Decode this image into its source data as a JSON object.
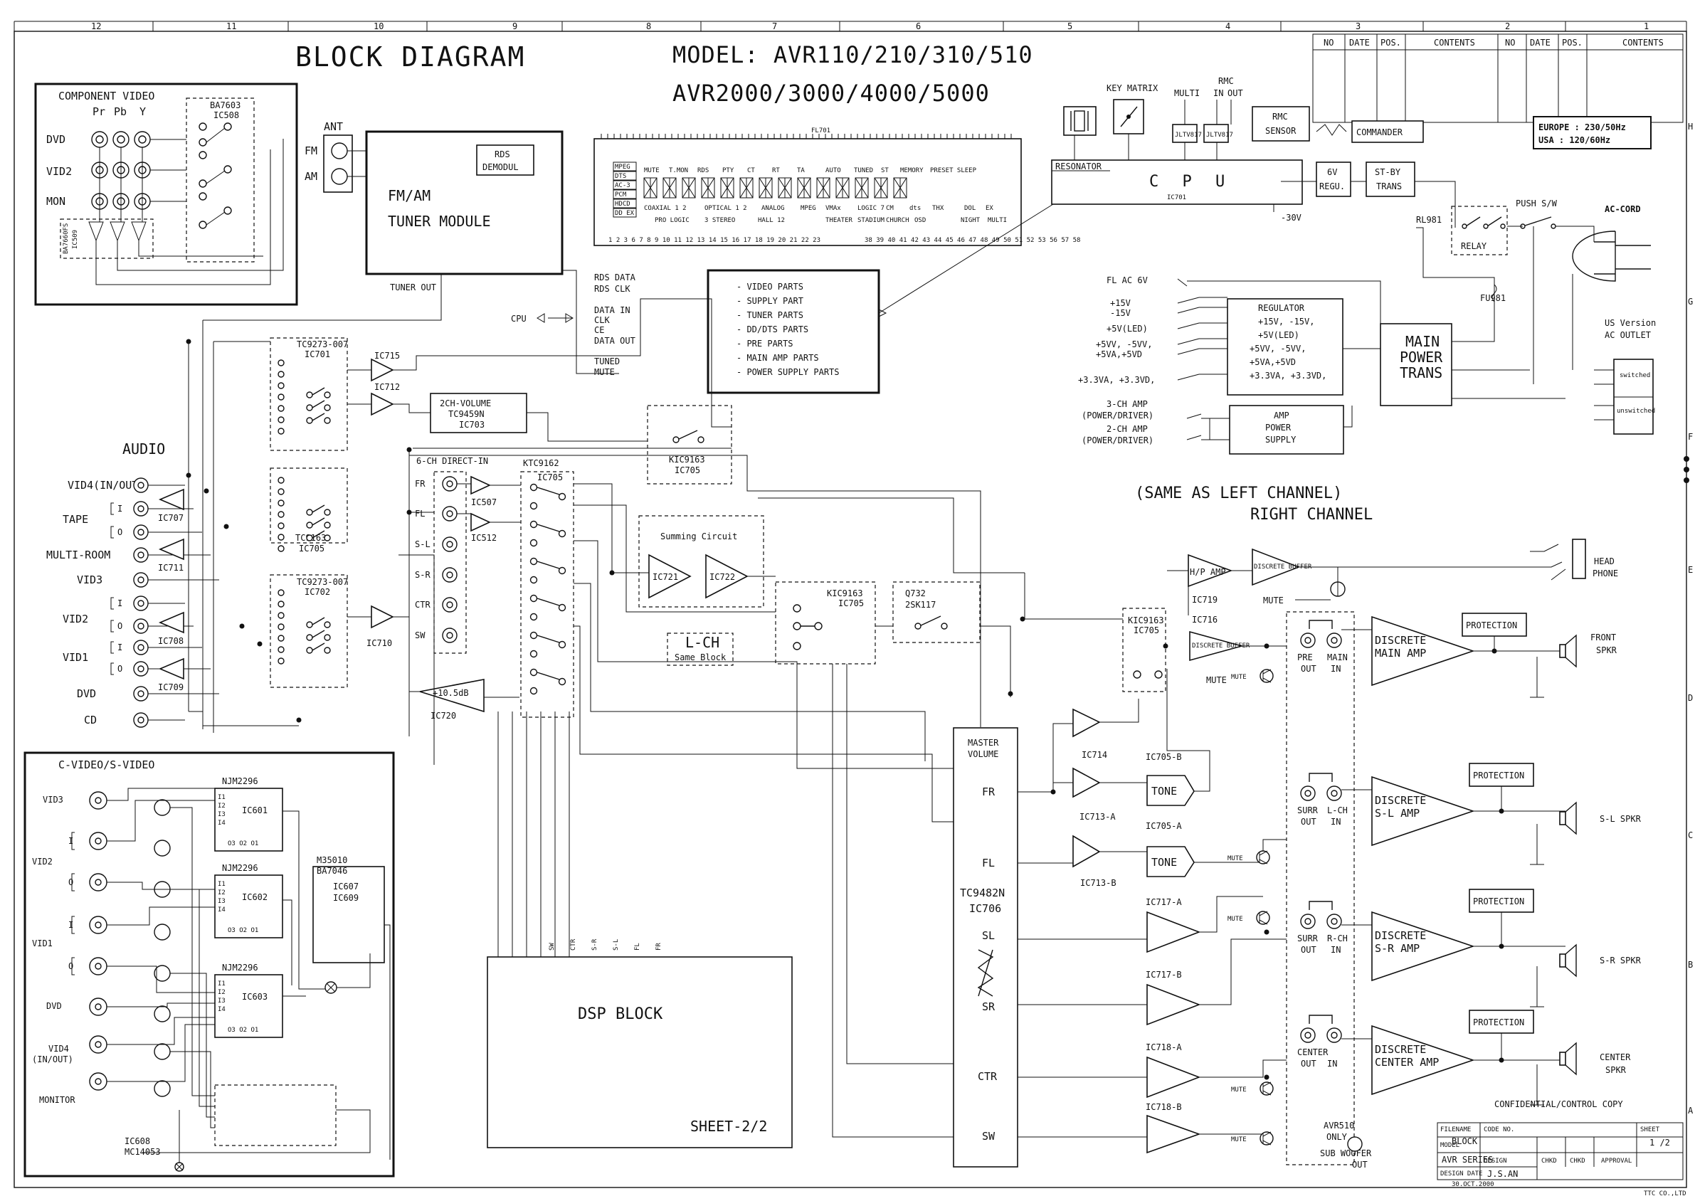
{
  "title": "BLOCK  DIAGRAM",
  "model_line1": "MODEL: AVR110/210/310/510",
  "model_line2": "AVR2000/3000/4000/5000",
  "grid": {
    "cols": [
      "12",
      "11",
      "10",
      "9",
      "8",
      "7",
      "6",
      "5",
      "4",
      "3",
      "2",
      "1"
    ],
    "rows": [
      "H",
      "G",
      "F",
      "E",
      "D",
      "C",
      "B",
      "A"
    ]
  },
  "revision_table": {
    "headers": [
      "NO",
      "DATE",
      "POS.",
      "CONTENTS",
      "NO",
      "DATE",
      "POS.",
      "CONTENTS"
    ]
  },
  "power_spec": {
    "europe": "EUROPE  : 230/50Hz",
    "usa": "USA     : 120/60Hz"
  },
  "component_video": {
    "title": "COMPONENT VIDEO",
    "cols": [
      "Pr",
      "Pb",
      "Y"
    ],
    "rows": [
      "DVD",
      "VID2",
      "MON"
    ],
    "ic_top": [
      "BA7603",
      "IC508"
    ],
    "ic_left": [
      "BA7660FS",
      "IC509"
    ]
  },
  "tuner": {
    "ant": "ANT",
    "fm": "FM",
    "am": "AM",
    "rds": [
      "RDS",
      "DEMODUL"
    ],
    "module": [
      "FM/AM",
      "TUNER MODULE"
    ],
    "out": "TUNER OUT"
  },
  "fl_display": {
    "id": "FL701",
    "left_labels": [
      "MPEG",
      "DTS",
      "AC-3",
      "PCM",
      "HDCD",
      "DD EX"
    ],
    "top_labels": [
      "MUTE",
      "T.MON",
      "RDS",
      "PTY",
      "CT",
      "RT",
      "TA",
      "AUTO",
      "TUNED",
      "ST",
      "MEMORY",
      "PRESET SLEEP"
    ],
    "mid_labels": [
      "COAXIAL 1 2",
      "OPTICAL 1 2",
      "ANALOG",
      "MPEG",
      "VMAx",
      "LOGIC 7",
      "CM",
      "dts",
      "THX",
      "DOL",
      "EX"
    ],
    "bottom_labels": [
      "PRO LOGIC",
      "3 STEREO",
      "HALL 12",
      "THEATER",
      "STADIUM",
      "CHURCH",
      "OSD",
      "NIGHT",
      "MULTI"
    ],
    "pins_left": "1 2 3     6 7 8 9 10 11 12 13 14 15 16 17 18 19 20 21 22 23",
    "pins_right": "38 39 40 41 42 43 44 45 46 47 48 49 50 51 52 53        56 57 58"
  },
  "top_right": {
    "key_matrix": "KEY MATRIX",
    "rmc": "RMC",
    "multi": "MULTI",
    "in": "IN",
    "out": "OUT",
    "jack1": "JLTV817",
    "jack2": "JLTV817",
    "rmc_sensor": [
      "RMC",
      "SENSOR"
    ],
    "commander": "COMMANDER",
    "resonator": "RESONATOR",
    "cpu": "C P U",
    "cpu_ic": "IC701",
    "regu": [
      "6V",
      "REGU."
    ],
    "stby": [
      "ST-BY",
      "TRANS"
    ],
    "minus30": "-30V",
    "push_sw": "PUSH S/W",
    "ac_cord": "AC-CORD",
    "rl981": "RL981",
    "relay": "RELAY",
    "fu981": "FU981",
    "us_version": [
      "US Version",
      "AC OUTLET"
    ],
    "switched": "switched",
    "unswitched": "unswitched"
  },
  "cpu_parts": {
    "list": [
      "- VIDEO PARTS",
      "- SUPPLY PART",
      "- TUNER PARTS",
      "- DD/DTS PARTS",
      "- PRE PARTS",
      "- MAIN AMP PARTS",
      "- POWER SUPPLY PARTS"
    ],
    "cpu_label": "CPU",
    "bus": [
      "RDS DATA",
      "RDS CLK",
      "DATA IN",
      "CLK",
      "CE",
      "DATA OUT",
      "TUNED",
      "MUTE"
    ]
  },
  "power": {
    "fl_ac": "FL AC 6V",
    "rails": [
      "+15V",
      "-15V",
      "+5V(LED)",
      "+5VV, -5VV,",
      "+5VA,+5VD",
      "+3.3VA, +3.3VD,"
    ],
    "regulator": [
      "REGULATOR",
      "+15V, -15V,",
      "+5V(LED)",
      "+5VV, -5VV,",
      "+5VA,+5VD",
      "+3.3VA, +3.3VD,"
    ],
    "main_trans": [
      "MAIN",
      "POWER",
      "TRANS"
    ],
    "amp3": [
      "3-CH AMP",
      "(POWER/DRIVER)"
    ],
    "amp2": [
      "2-CH AMP",
      "(POWER/DRIVER)"
    ],
    "amp_supply": [
      "AMP",
      "POWER",
      "SUPPLY"
    ]
  },
  "audio": {
    "title": "AUDIO",
    "inputs": [
      "VID4(IN/OUT)",
      "TAPE",
      "MULTI-ROOM",
      "VID3",
      "VID2",
      "VID1",
      "DVD",
      "CD"
    ],
    "io": [
      "I",
      "O",
      "I",
      "O",
      "I",
      "O"
    ],
    "ics": [
      "IC707",
      "IC711",
      "IC708",
      "IC709"
    ],
    "tc_top": [
      "TC9273-007",
      "IC701"
    ],
    "tc_mid": [
      "TC9163",
      "IC705"
    ],
    "tc_bot": [
      "TC9273-007",
      "IC702"
    ],
    "ic715": "IC715",
    "ic712": "IC712",
    "ic710": "IC710",
    "volume": [
      "2CH-VOLUME",
      "TC9459N",
      "IC703"
    ],
    "kic_top": [
      "KIC9163",
      "IC705"
    ],
    "direct_in": "6-CH DIRECT-IN",
    "direct_labels": [
      "FR",
      "FL",
      "S-L",
      "S-R",
      "CTR",
      "SW"
    ],
    "ic507": "IC507",
    "ic512": "IC512",
    "ktc": [
      "KTC9162",
      "IC705"
    ],
    "summing": "Summing Circuit",
    "ic721": "IC721",
    "ic722": "IC722",
    "kic_mid": [
      "KIC9163",
      "IC705"
    ],
    "q732": [
      "Q732",
      "2SK117"
    ],
    "lch": [
      "L-CH",
      "Same Block"
    ],
    "gain": "+10.5dB",
    "ic720": "IC720"
  },
  "right_channel": [
    "(SAME AS LEFT CHANNEL)",
    "RIGHT CHANNEL"
  ],
  "headphone": {
    "hp_amp": "H/P AMP",
    "buffer": "DISCRETE BUFFER",
    "ic719": "IC719",
    "mute": "MUTE",
    "head": [
      "HEAD",
      "PHONE"
    ]
  },
  "output_stage": {
    "kic": [
      "KIC9163",
      "IC705"
    ],
    "ic716": "IC716",
    "buffer": "DISCRETE BUFFER",
    "mute": "MUTE",
    "pre_out": [
      "PRE",
      "OUT"
    ],
    "main_in": [
      "MAIN",
      "IN"
    ],
    "surr_out": [
      "SURR",
      "OUT"
    ],
    "lch_in": [
      "L-CH",
      "IN"
    ],
    "rch_in": [
      "R-CH",
      "IN"
    ],
    "center_out": [
      "CENTER",
      "OUT"
    ],
    "center_in": "IN",
    "avr510": [
      "AVR510",
      "ONLY"
    ],
    "amps": [
      [
        "DISCRETE",
        "MAIN AMP"
      ],
      [
        "DISCRETE",
        "S-L AMP"
      ],
      [
        "DISCRETE",
        "S-R AMP"
      ],
      [
        "DISCRETE",
        "CENTER AMP"
      ]
    ],
    "protection": "PROTECTION",
    "speakers": [
      [
        "FRONT",
        "SPKR"
      ],
      [
        "S-L SPKR"
      ],
      [
        "S-R SPKR"
      ],
      [
        "CENTER",
        "SPKR"
      ]
    ],
    "sub_woofer": [
      "SUB WOOFER",
      "OUT"
    ],
    "confidential": "CONFIDENTIAL/CONTROL COPY"
  },
  "master_volume": {
    "title": [
      "MASTER",
      "VOLUME"
    ],
    "chip": [
      "TC9482N",
      "IC706"
    ],
    "channels": [
      "FR",
      "FL",
      "SL",
      "SR",
      "CTR",
      "SW"
    ],
    "ic714": "IC714",
    "ic713a": "IC713-A",
    "ic713b": "IC713-B",
    "ic705b": "IC705-B",
    "ic705a": "IC705-A",
    "tone": "TONE",
    "ic717a": "IC717-A",
    "ic717b": "IC717-B",
    "ic718a": "IC718-A",
    "ic718b": "IC718-B"
  },
  "dsp": {
    "title": "DSP BLOCK",
    "sheet": "SHEET-2/2",
    "pins": [
      "SW",
      "CTR",
      "S-R",
      "S-L",
      "FL",
      "FR"
    ]
  },
  "cvideo": {
    "title": "C-VIDEO/S-VIDEO",
    "rows": [
      "VID3",
      "VID2",
      "VID1",
      "DVD",
      "VID4",
      "(IN/OUT)",
      "MONITOR"
    ],
    "io": [
      "I",
      "O",
      "I",
      "O"
    ],
    "chips": [
      [
        "NJM2296",
        "IC601"
      ],
      [
        "NJM2296",
        "IC602"
      ],
      [
        "NJM2296",
        "IC603"
      ]
    ],
    "m35": [
      "M35010",
      "BA7046"
    ],
    "ic607": [
      "IC607",
      "IC609"
    ],
    "ic608": [
      "IC608",
      "MC14053"
    ]
  },
  "title_block": {
    "filename_label": "FILENAME",
    "filename": "BLOCK",
    "code_label": "CODE NO.",
    "sheet_label": "SHEET",
    "sheet": "1 /2",
    "model_label": "MODEL",
    "model": "AVR SERIES",
    "design": "DESIGN",
    "chkd1": "CHKD",
    "chkd2": "CHKD",
    "approval": "APPROVAL",
    "date_label": "DESIGN DATE",
    "date": "30.OCT.2000",
    "designer": "J.S.AN",
    "company": "TTC CO.,LTD"
  }
}
